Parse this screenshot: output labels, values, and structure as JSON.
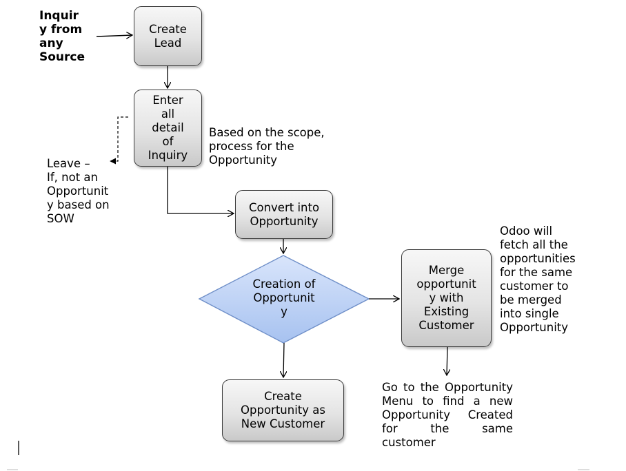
{
  "nodes": {
    "create_lead": "Create\nLead",
    "enter_details": "Enter\nall\ndetail\nof\nInquiry",
    "convert": "Convert into\nOpportunity",
    "creation": "Creation of\nOpportunit\ny",
    "merge": "Merge\nopportunit\ny with\nExisting\nCustomer",
    "create_new_customer": "Create\nOpportunity as\nNew Customer"
  },
  "notes": {
    "inquiry_source": "Inquir\ny  from\nany\nSource",
    "scope": "Based on the scope,\nprocess for the\nOpportunity",
    "leave": "Leave –\n   If,  not  an\nOpportunit\ny  based  on\nSOW",
    "odoo": "Odoo will\nfetch all the\nopportunities\nfor the same\ncustomer to\nbe merged\ninto single\nOpportunity",
    "goto": "Go to the Opportunity Menu to find a new Opportunity Created for the same customer"
  },
  "colors": {
    "diamond_fill_top": "#d9e5fb",
    "diamond_fill_bottom": "#a7c2f0",
    "diamond_stroke": "#6f8fc8",
    "line": "#000000"
  }
}
